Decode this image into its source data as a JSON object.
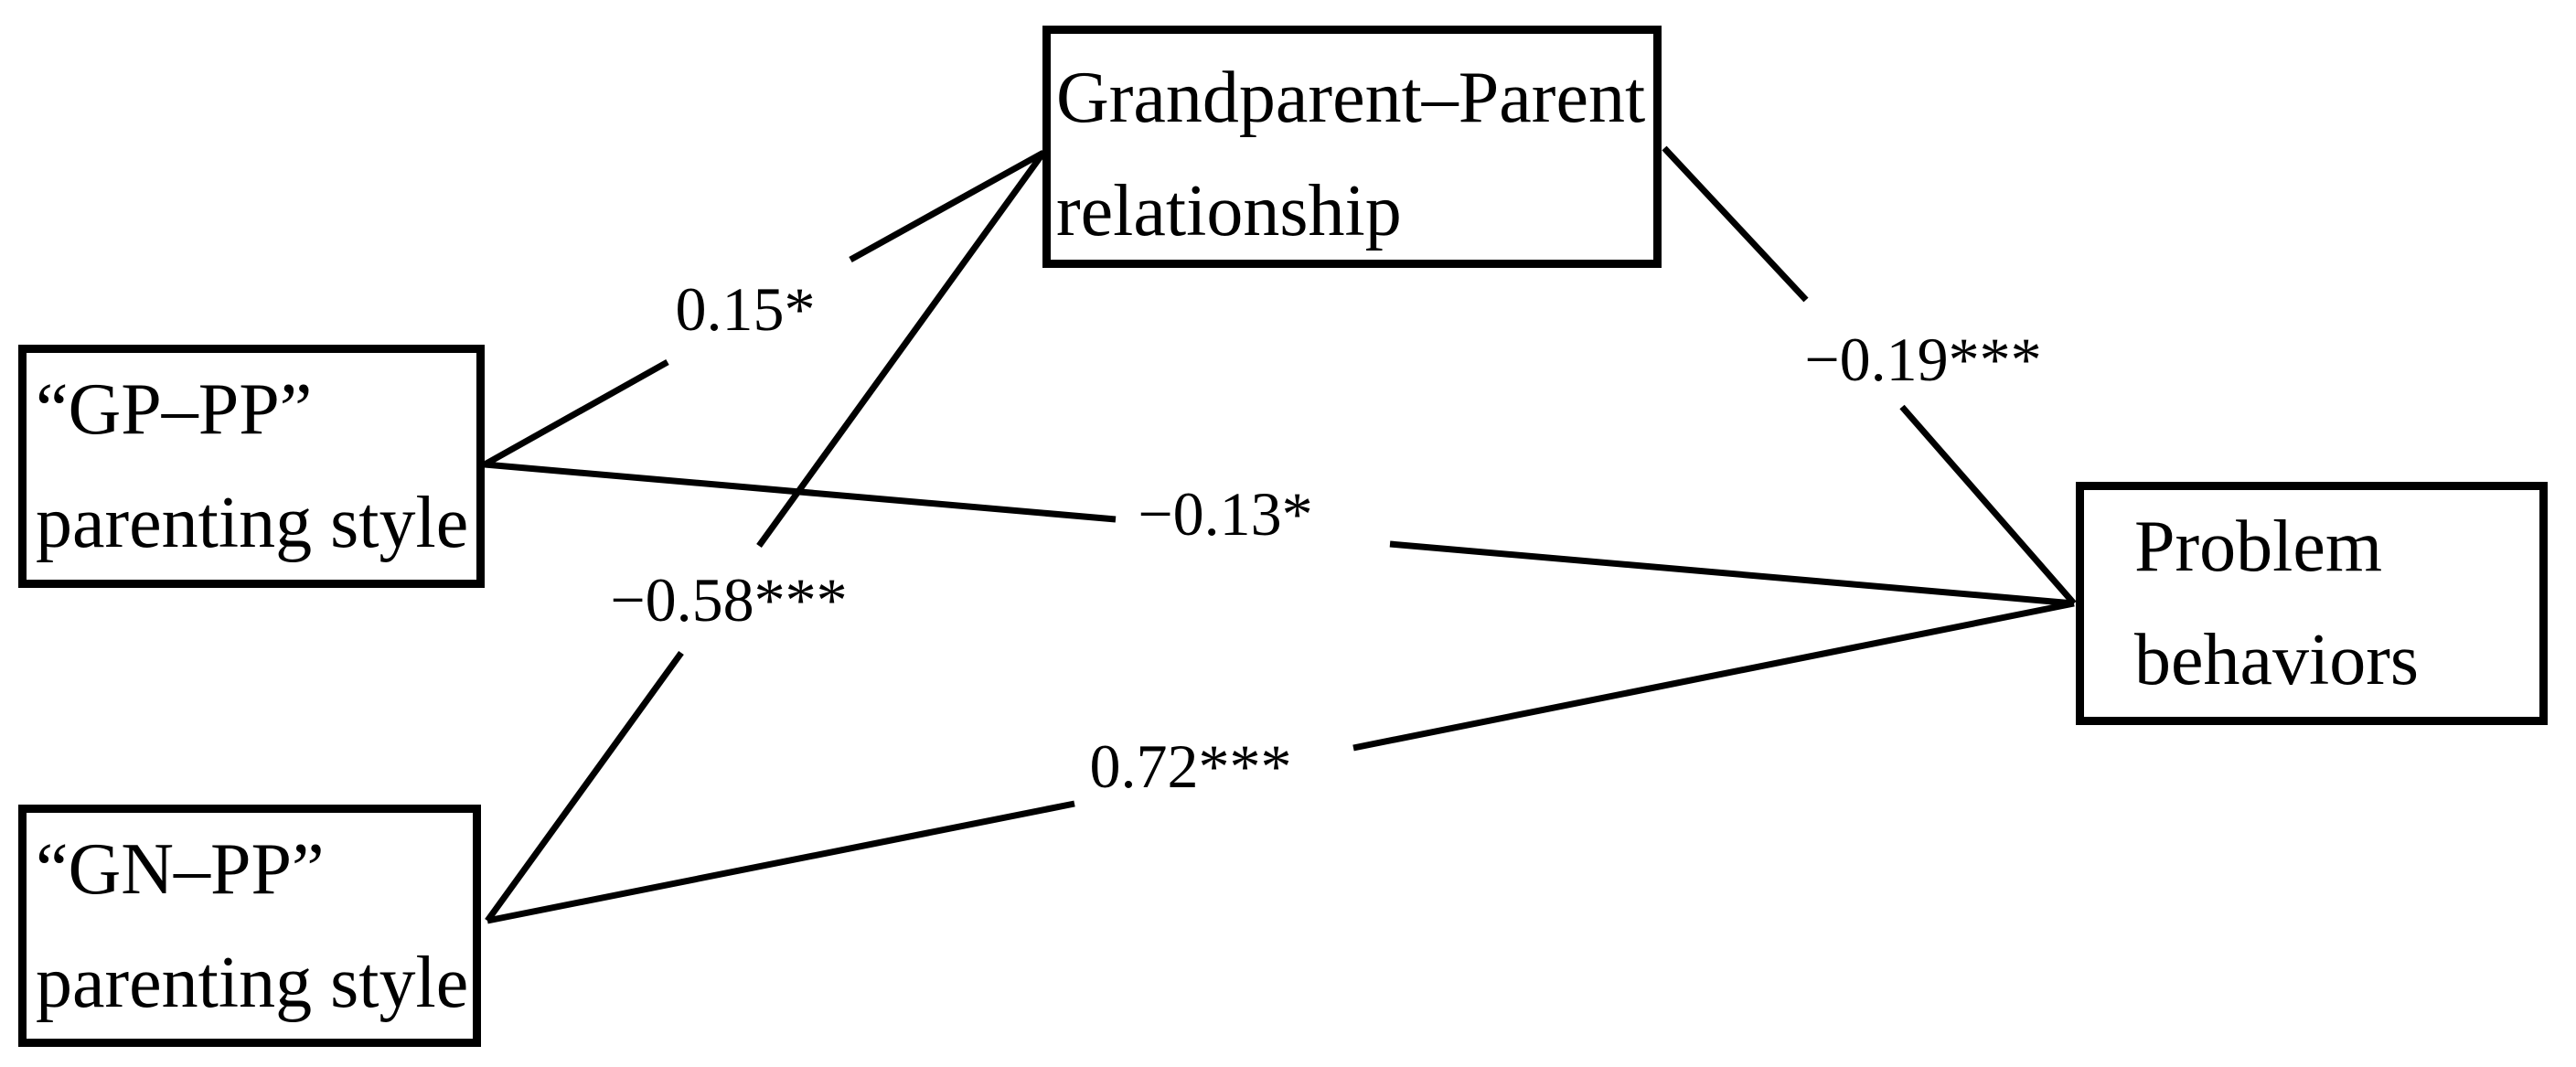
{
  "figure": {
    "type": "path-diagram",
    "background_color": "#ffffff",
    "line_color": "#000000",
    "text_color": "#000000",
    "nodes": {
      "mediator": {
        "line1": "Grandparent–Parent",
        "line2": "relationship"
      },
      "gp_pp": {
        "line1": "“GP–PP”",
        "line2": "parenting style"
      },
      "gn_pp": {
        "line1": "“GN–PP”",
        "line2": "parenting style"
      },
      "outcome": {
        "line1": "Problem",
        "line2": "behaviors"
      }
    },
    "edges": [
      {
        "from": "gp_pp_parenting_style",
        "to": "grandparent_parent_relationship",
        "label": "0.15*"
      },
      {
        "from": "gn_pp_parenting_style",
        "to": "grandparent_parent_relationship",
        "label": "−0.58***"
      },
      {
        "from": "grandparent_parent_relationship",
        "to": "problem_behaviors",
        "label": "−0.19***"
      },
      {
        "from": "gp_pp_parenting_style",
        "to": "problem_behaviors",
        "label": "−0.13*"
      },
      {
        "from": "gn_pp_parenting_style",
        "to": "problem_behaviors",
        "label": "0.72***"
      }
    ]
  }
}
